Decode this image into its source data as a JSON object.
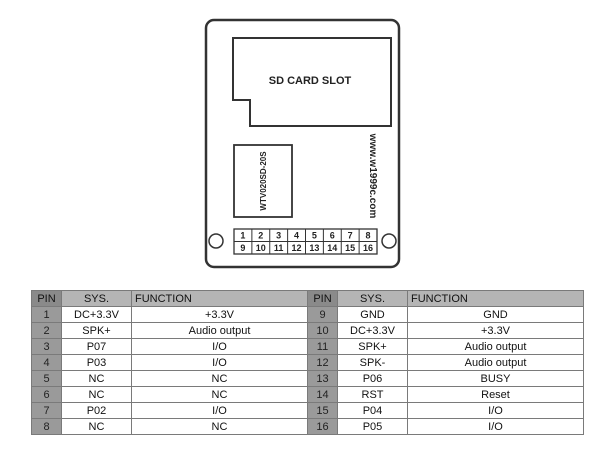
{
  "diagram": {
    "slot_label": "SD CARD SLOT",
    "chip_label": "WTV020SD-20S",
    "website": "www.w1999c.com",
    "pins_top": [
      "1",
      "2",
      "3",
      "4",
      "5",
      "6",
      "7",
      "8"
    ],
    "pins_bottom": [
      "9",
      "10",
      "11",
      "12",
      "13",
      "14",
      "15",
      "16"
    ]
  },
  "table": {
    "headers": {
      "pin": "PIN",
      "sys": "SYS.",
      "function": "FUNCTION"
    },
    "left": [
      {
        "pin": "1",
        "sys": "DC+3.3V",
        "func": "+3.3V"
      },
      {
        "pin": "2",
        "sys": "SPK+",
        "func": "Audio output"
      },
      {
        "pin": "3",
        "sys": "P07",
        "func": "I/O"
      },
      {
        "pin": "4",
        "sys": "P03",
        "func": "I/O"
      },
      {
        "pin": "5",
        "sys": "NC",
        "func": "NC"
      },
      {
        "pin": "6",
        "sys": "NC",
        "func": "NC"
      },
      {
        "pin": "7",
        "sys": "P02",
        "func": "I/O"
      },
      {
        "pin": "8",
        "sys": "NC",
        "func": "NC"
      }
    ],
    "right": [
      {
        "pin": "9",
        "sys": "GND",
        "func": "GND"
      },
      {
        "pin": "10",
        "sys": "DC+3.3V",
        "func": "+3.3V"
      },
      {
        "pin": "11",
        "sys": "SPK+",
        "func": "Audio output"
      },
      {
        "pin": "12",
        "sys": "SPK-",
        "func": "Audio output"
      },
      {
        "pin": "13",
        "sys": "P06",
        "func": "BUSY"
      },
      {
        "pin": "14",
        "sys": "RST",
        "func": "Reset"
      },
      {
        "pin": "15",
        "sys": "P04",
        "func": "I/O"
      },
      {
        "pin": "16",
        "sys": "P05",
        "func": "I/O"
      }
    ]
  }
}
